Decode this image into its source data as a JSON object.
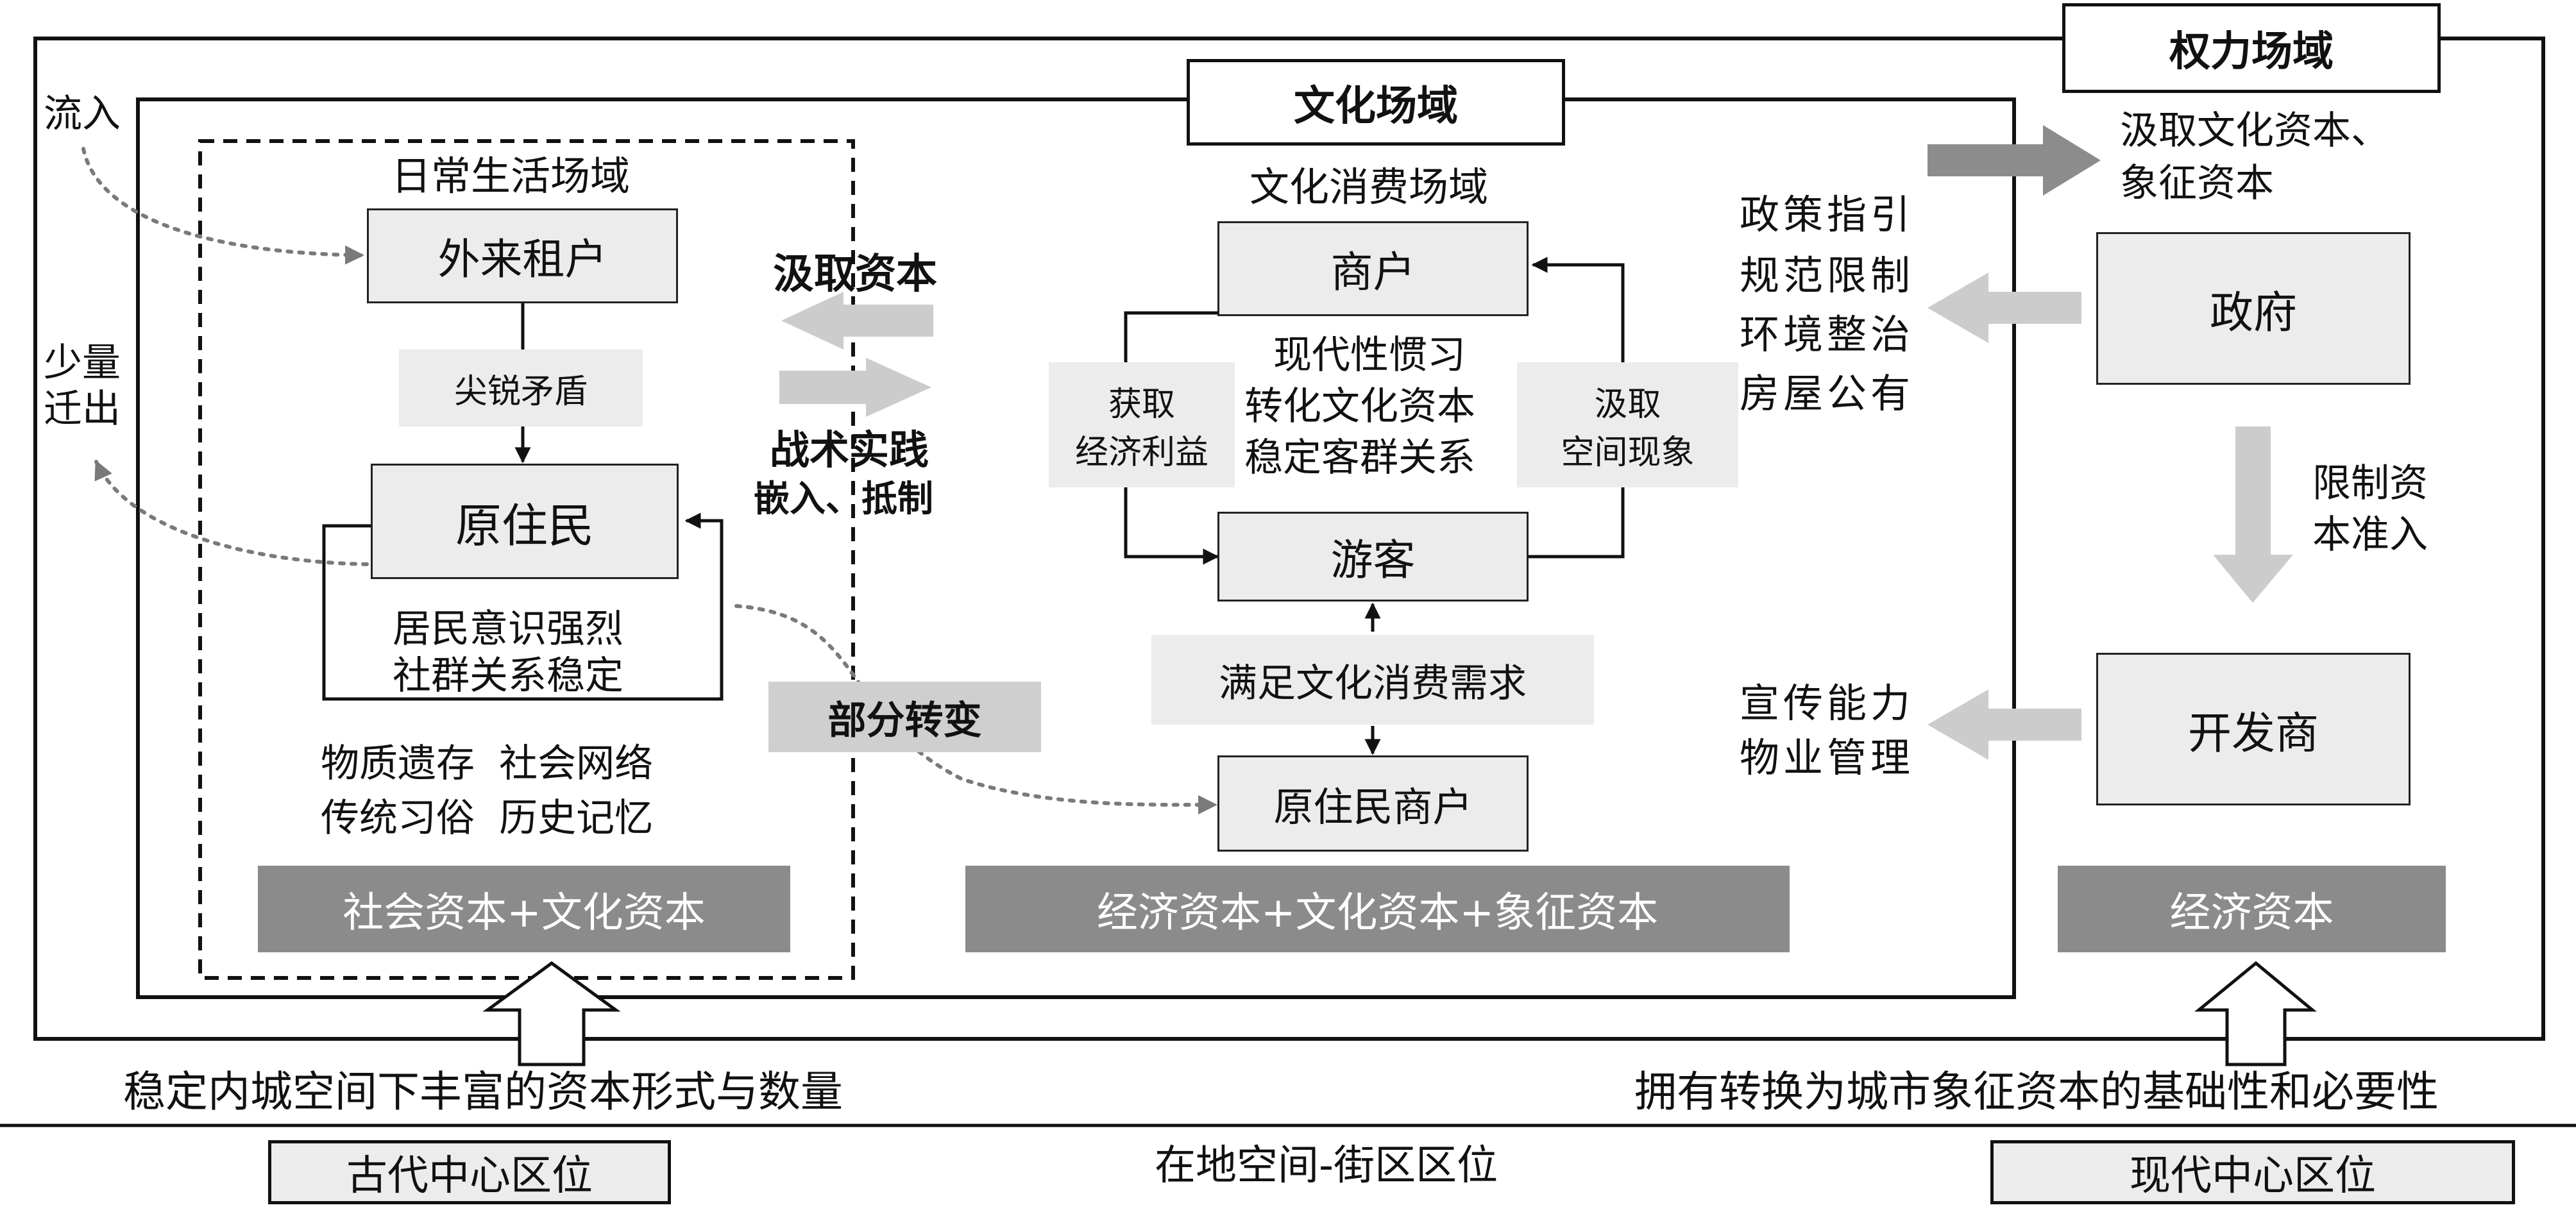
{
  "frames": {
    "power_field": "权力场域",
    "culture_field": "文化场域",
    "daily_life_field": "日常生活场域",
    "cultural_consumption_field": "文化消费场域"
  },
  "left": {
    "inflow": "流入",
    "outflow": [
      "少量",
      "迁出"
    ],
    "migrant_tenants": "外来租户",
    "conflict": "尖锐矛盾",
    "native_residents": "原住民",
    "resident_traits": [
      "居民意识强烈",
      "社群关系稳定"
    ],
    "heritage": [
      "物质遗存  社会网络",
      "传统习俗  历史记忆"
    ],
    "capital": "社会资本+文化资本"
  },
  "middle_links": {
    "extract_capital": "汲取资本",
    "tactics": "战术实践",
    "tactics_detail": "嵌入、抵制",
    "partial_change": "部分转变"
  },
  "center": {
    "merchants": "商户",
    "tourists": "游客",
    "native_merchants": "原住民商户",
    "gain_economic": [
      "获取",
      "经济利益"
    ],
    "extract_space": [
      "汲取",
      "空间现象"
    ],
    "modern_habits": [
      "现代性惯习",
      "转化文化资本",
      "稳定客群关系"
    ],
    "satisfy_demand": "满足文化消费需求",
    "capital": "经济资本+文化资本+象征资本"
  },
  "right": {
    "extract_symbolic": [
      "汲取文化资本、",
      "象征资本"
    ],
    "policy": [
      "政策指引",
      "规范限制",
      "环境整治",
      "房屋公有"
    ],
    "government": "政府",
    "limit_capital": [
      "限制资",
      "本准入"
    ],
    "developer": "开发商",
    "developer_roles": [
      "宣传能力",
      "物业管理"
    ],
    "capital": "经济资本"
  },
  "bottom": {
    "left_caption": "稳定内城空间下丰富的资本形式与数量",
    "right_caption": "拥有转换为城市象征资本的基础性和必要性",
    "center_label": "在地空间-街区区位",
    "ancient_location": "古代中心区位",
    "modern_location": "现代中心区位"
  },
  "colors": {
    "dark_fill": "#8b8b8b",
    "light_fill": "#ececec",
    "light_arrow": "#cccccc",
    "dark_arrow": "#8c8c8c",
    "line": "#111111",
    "dotted": "#7a7a7a"
  }
}
